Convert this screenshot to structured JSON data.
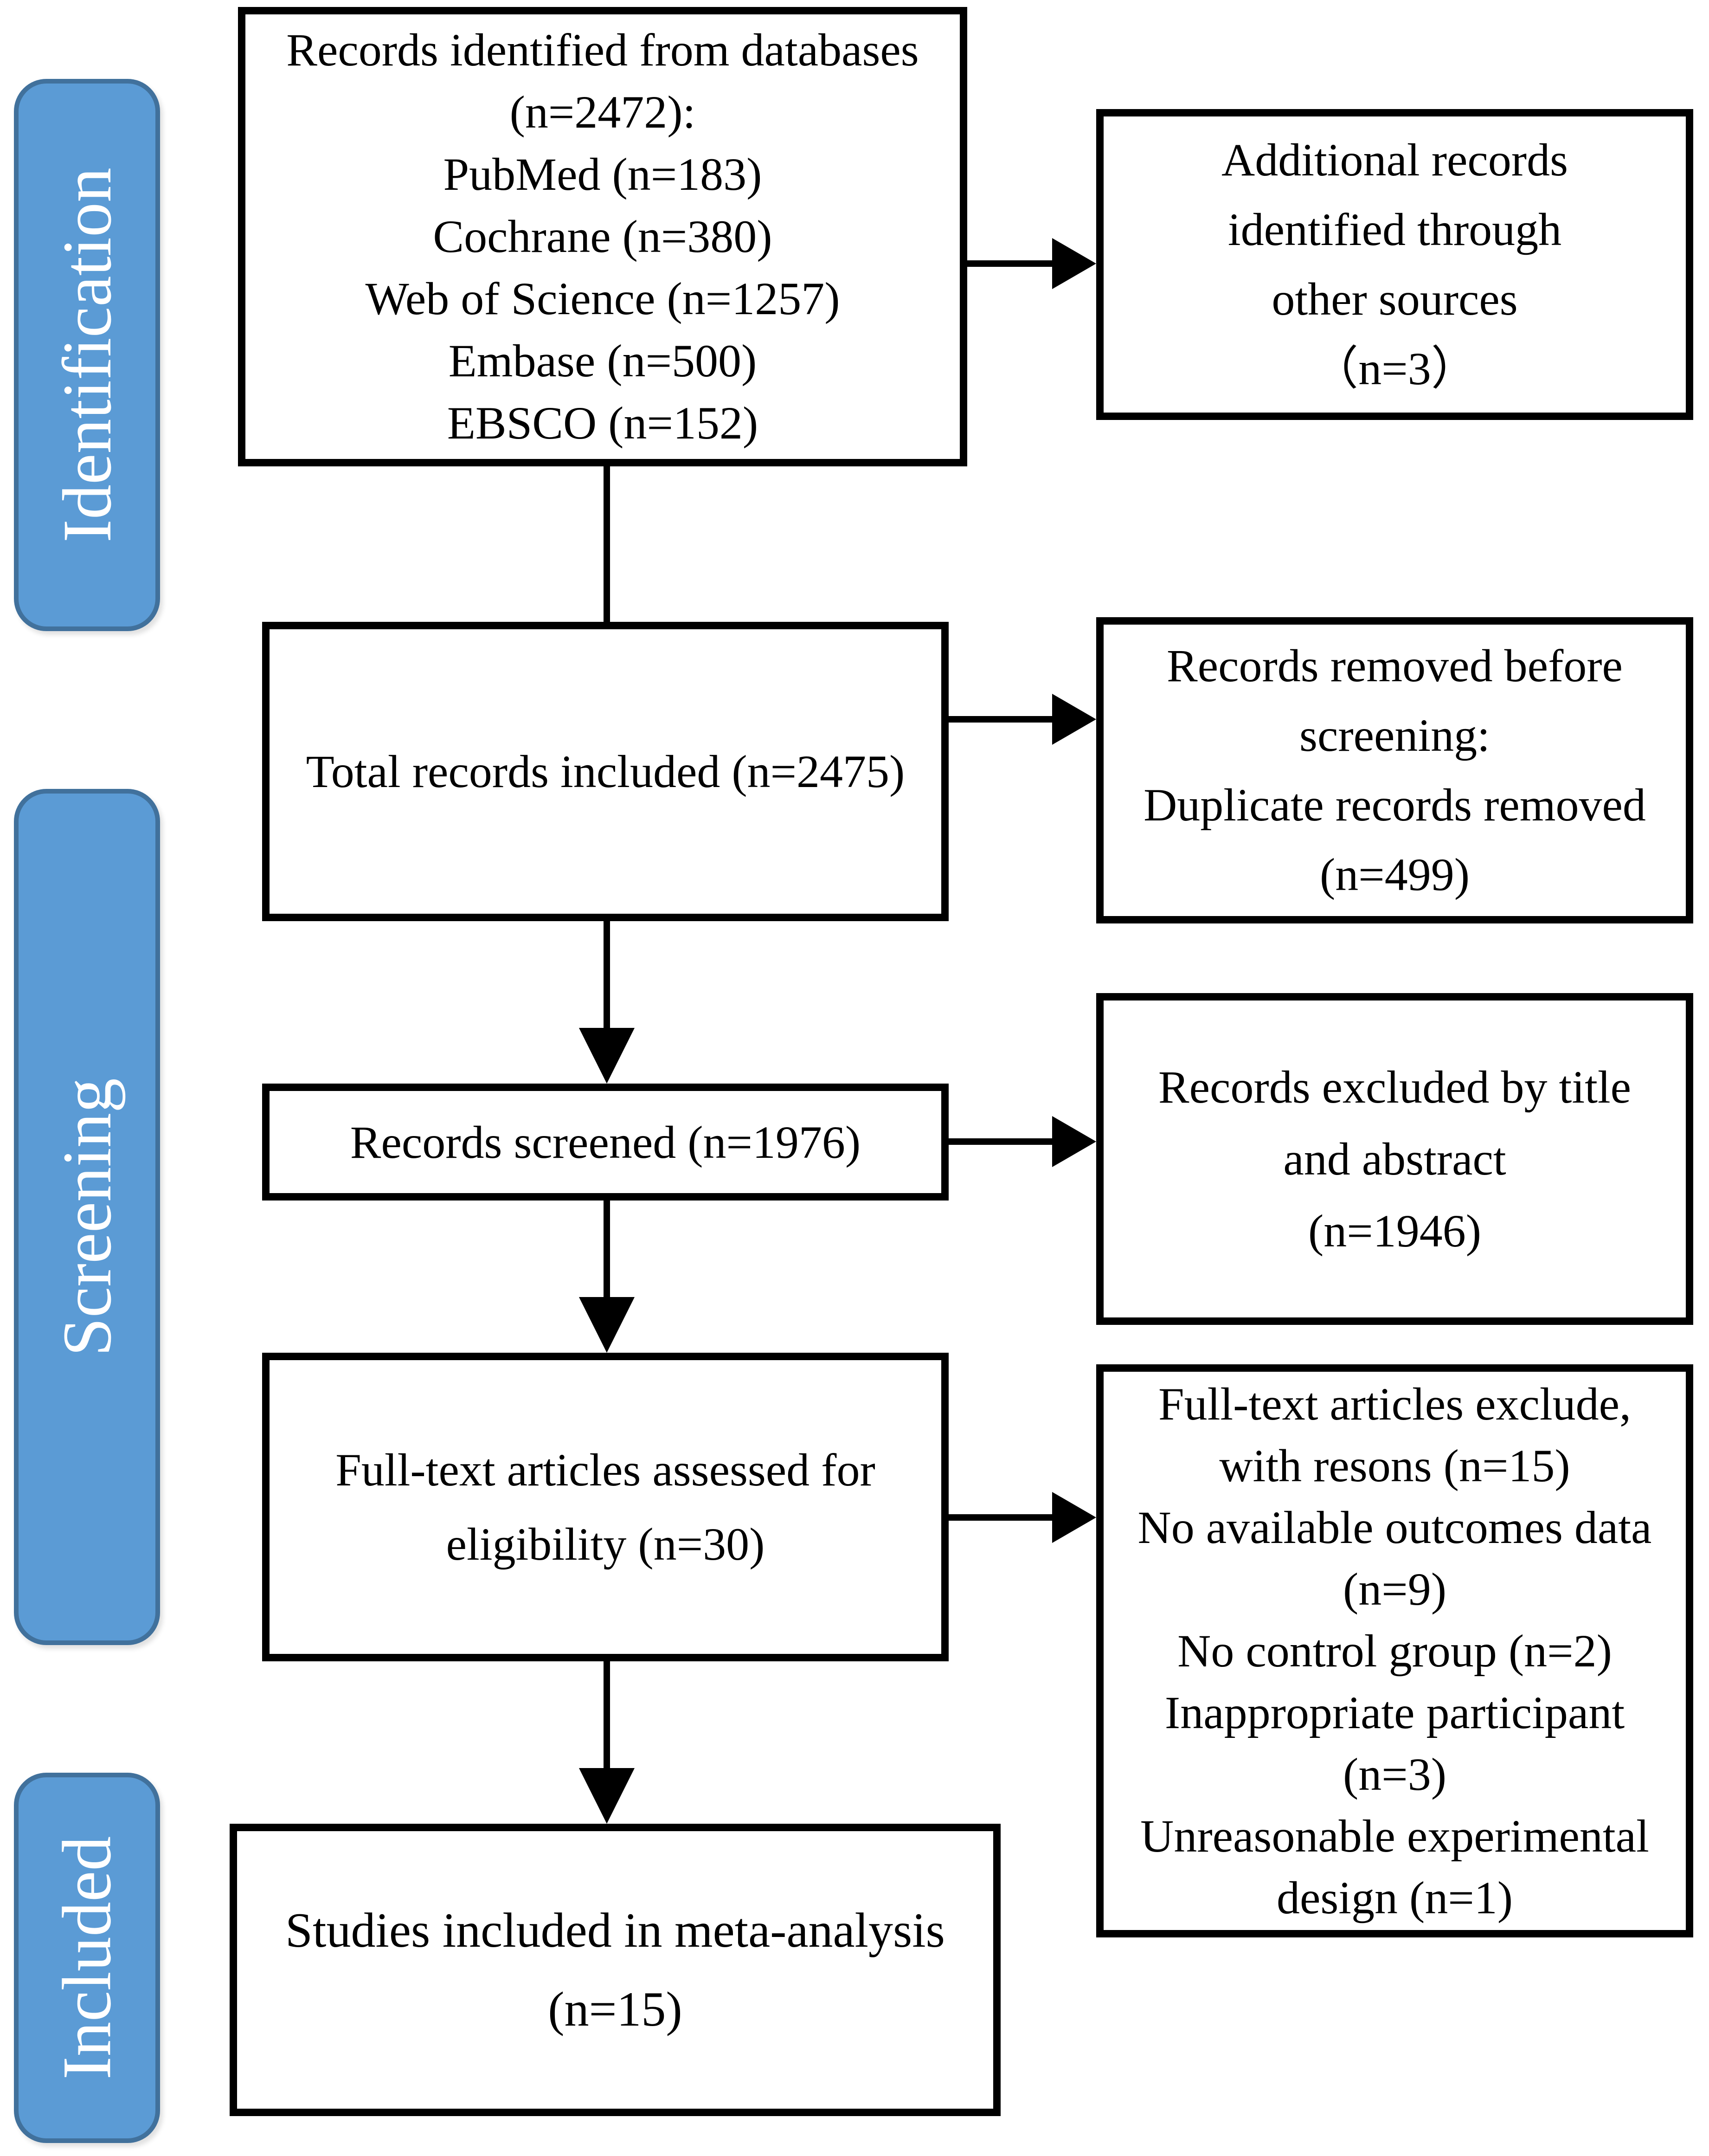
{
  "title": "PRISMA study selection flow diagram",
  "colors": {
    "background": "#FFFFFF",
    "stage_fill": "#5B9BD5",
    "stage_border": "#41719C",
    "stage_text": "#FFFFFF",
    "box_border": "#000000",
    "text": "#000000"
  },
  "sidebar": {
    "stages": [
      {
        "label": "Identification"
      },
      {
        "label": "Screening"
      },
      {
        "label": "Included"
      }
    ]
  },
  "flow": {
    "identification": {
      "lines": [
        "Records identified from databases",
        "(n=2472):",
        "PubMed (n=183)",
        "Cochrane (n=380)",
        "Web of Science (n=1257)",
        "Embase (n=500)",
        "EBSCO (n=152)"
      ]
    },
    "additional_records": {
      "lines": [
        "Additional records",
        "identified through",
        "other sources",
        "（n=3）"
      ]
    },
    "total_records": {
      "lines": [
        "Total records included (n=2475)"
      ]
    },
    "removed_before_screening": {
      "lines": [
        "Records removed before",
        "screening:",
        "Duplicate records removed",
        "(n=499)"
      ]
    },
    "records_screened": {
      "lines": [
        "Records screened (n=1976)"
      ]
    },
    "records_excluded": {
      "lines": [
        "Records excluded by title",
        "and abstract",
        "(n=1946)"
      ]
    },
    "fulltext_assessed": {
      "lines": [
        "Full-text articles assessed for",
        "eligibility (n=30)"
      ]
    },
    "fulltext_excluded": {
      "lines": [
        "Full-text articles exclude,",
        "with resons (n=15)",
        "No available outcomes data",
        "(n=9)",
        "No control group (n=2)",
        "Inappropriate participant",
        "(n=3)",
        "Unreasonable experimental",
        "design (n=1)"
      ]
    },
    "included_studies": {
      "lines": [
        "Studies included in meta-analysis",
        "(n=15)"
      ]
    }
  }
}
